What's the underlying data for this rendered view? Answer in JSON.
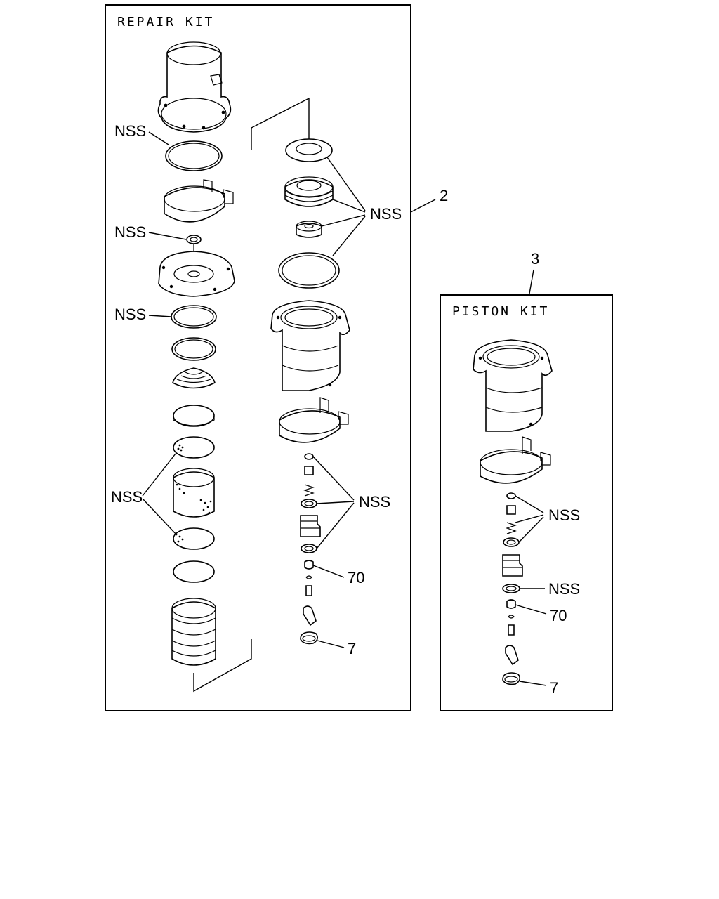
{
  "repair_kit": {
    "title": "REPAIR KIT",
    "callouts": {
      "nss_top_ring": "NSS",
      "nss_small_seal": "NSS",
      "nss_mid_ring": "NSS",
      "nss_screens": "NSS",
      "nss_upper_right_group": "NSS",
      "nss_valve_group": "NSS",
      "valve_part": "70",
      "snap_ring": "7"
    }
  },
  "piston_kit": {
    "title": "PISTON KIT",
    "callouts": {
      "nss_valve_group": "NSS",
      "nss_oring": "NSS",
      "valve_part": "70",
      "snap_ring": "7"
    }
  },
  "item_numbers": {
    "repair_kit_item": "2",
    "piston_kit_item": "3"
  }
}
